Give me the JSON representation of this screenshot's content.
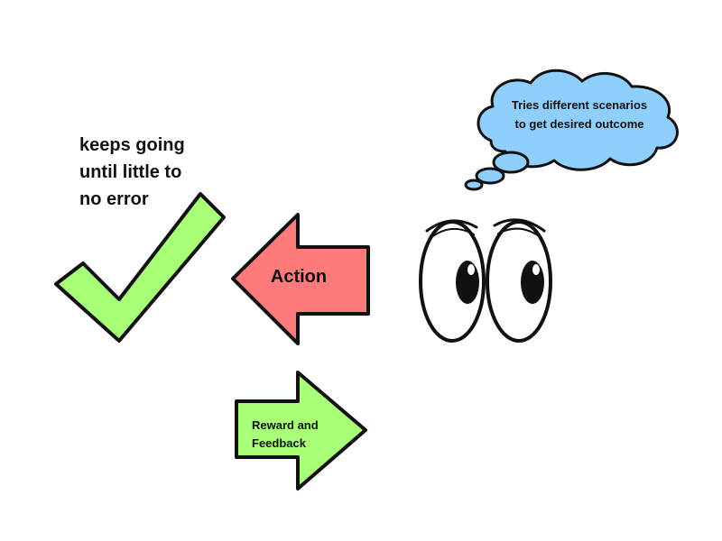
{
  "diagram": {
    "repeat_label": "keeps going\nuntil little to\nno error",
    "thought_text": "Tries different scenarios\nto get desired outcome",
    "action_label": "Action",
    "reward_label": "Reward and\nFeedback"
  },
  "colors": {
    "check_fill": "#a8ff78",
    "action_fill": "#ff7b7b",
    "reward_fill": "#a8ff78",
    "thought_fill": "#8fcfff",
    "outline": "#111111"
  },
  "icons": [
    "checkmark-icon",
    "left-arrow-icon",
    "right-arrow-icon",
    "eyes-icon",
    "thought-bubble-icon"
  ]
}
